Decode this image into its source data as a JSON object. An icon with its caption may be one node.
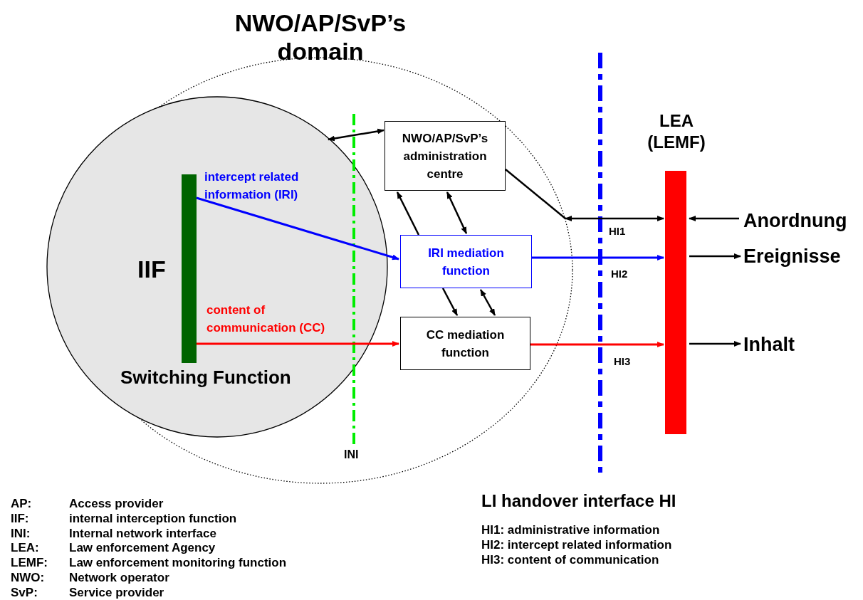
{
  "diagram": {
    "nodes": [
      {
        "text": [
          "NWO/AP/SvP’s domain"
        ]
      },
      {
        "text": [
          "IIF",
          "Switching Function"
        ]
      },
      {
        "text": [],
        "shape": "bar",
        "in": 1
      },
      {
        "text": [
          "NWO/AP/SvP’s administration centre"
        ],
        "in": 0
      },
      {
        "text": [
          "IRI mediation function"
        ],
        "in": 0
      },
      {
        "text": [
          "CC mediation function"
        ],
        "in": 0
      },
      {
        "text": [
          "LEA (LEMF)"
        ]
      },
      {
        "text": [
          "Anordnung"
        ]
      },
      {
        "text": [
          "Ereignisse"
        ]
      },
      {
        "text": [
          "Inhalt"
        ]
      }
    ],
    "edges": [
      {
        "from": 2,
        "to": 4,
        "arrow": "to",
        "label": "intercept related information (IRI)",
        "color": "#0000ff"
      },
      {
        "from": 2,
        "to": 5,
        "arrow": "to",
        "label": "content of communication (CC)",
        "color": "#ff0000"
      },
      {
        "from": 1,
        "to": 3,
        "arrow": "both"
      },
      {
        "from": 4,
        "to": 3,
        "arrow": "to"
      },
      {
        "from": 3,
        "to": 4,
        "arrow": "both"
      },
      {
        "from": 4,
        "to": 5,
        "arrow": "to"
      },
      {
        "from": 4,
        "to": 5,
        "arrow": "both"
      },
      {
        "from": 3,
        "to": 0,
        "arrow": "none"
      },
      {
        "from": 0,
        "to": 6,
        "arrow": "both",
        "label": "HI1"
      },
      {
        "from": 4,
        "to": 6,
        "arrow": "to",
        "label": "HI2",
        "color": "#0000ff"
      },
      {
        "from": 5,
        "to": 6,
        "arrow": "to",
        "label": "HI3",
        "color": "#ff0000"
      },
      {
        "from": 7,
        "to": 6,
        "arrow": "to"
      },
      {
        "from": 6,
        "to": 8,
        "arrow": "to"
      },
      {
        "from": 6,
        "to": 9,
        "arrow": "to"
      }
    ],
    "labels": [
      "INI",
      "AP:",
      "Access provider",
      "IIF:",
      "internal interception function",
      "INI:",
      "Internal network interface",
      "LEA:",
      "Law enforcement Agency",
      "LEMF:",
      "Law enforcement monitoring function",
      "NWO:",
      "Network operator",
      "SvP:",
      "Service provider",
      "LI handover interface HI",
      "HI1: administrative information",
      "HI2: intercept related information",
      "HI3: content of communication"
    ]
  }
}
